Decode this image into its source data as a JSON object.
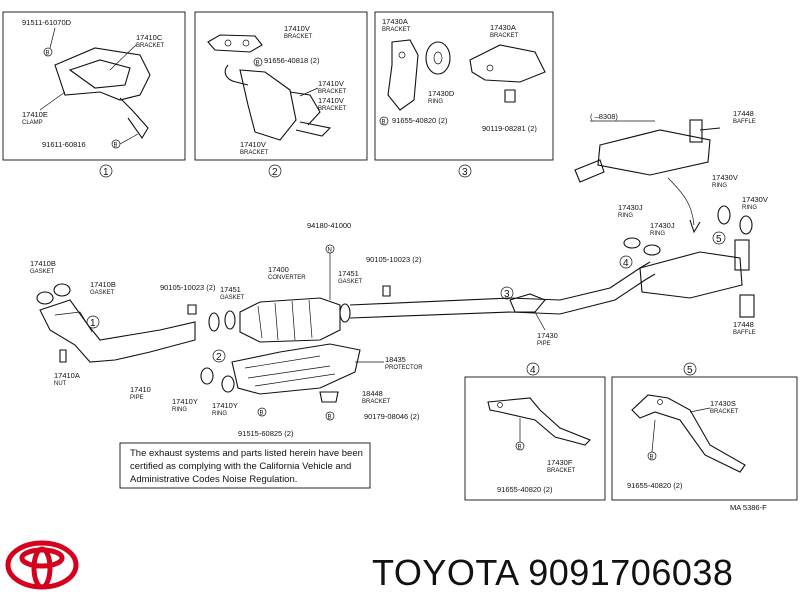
{
  "detail_boxes": [
    {
      "id": "1",
      "labels": [
        {
          "code": "91511-61070D",
          "desc": ""
        },
        {
          "code": "17410C",
          "desc": "BRACKET"
        },
        {
          "code": "17410E",
          "desc": "CLAMP"
        },
        {
          "code": "91611-60816",
          "desc": ""
        }
      ]
    },
    {
      "id": "2",
      "labels": [
        {
          "code": "17410V",
          "desc": "BRACKET"
        },
        {
          "code": "91656-40818 (2)",
          "desc": ""
        },
        {
          "code": "17410V",
          "desc": "BRACKET"
        },
        {
          "code": "17410V",
          "desc": "BRACKET"
        }
      ]
    },
    {
      "id": "3",
      "labels": [
        {
          "code": "17430A",
          "desc": "BRACKET"
        },
        {
          "code": "17430A",
          "desc": "BRACKET"
        },
        {
          "code": "17430D",
          "desc": "RING"
        },
        {
          "code": "91655-40820 (2)",
          "desc": ""
        },
        {
          "code": "90119-08281 (2)",
          "desc": ""
        }
      ]
    }
  ],
  "main_labels": {
    "date_range": "(       –8308)",
    "baffle_top": {
      "code": "17448",
      "desc": "BAFFLE"
    },
    "ring_17430V_a": {
      "code": "17430V",
      "desc": "RING"
    },
    "ring_17430V_b": {
      "code": "17430V",
      "desc": "RING"
    },
    "ring_17430J_a": {
      "code": "17430J",
      "desc": "RING"
    },
    "ring_17430J_b": {
      "code": "17430J",
      "desc": "RING"
    },
    "n_part": "94180-41000",
    "bolt_90105_a": "90105-10023 (2)",
    "bolt_90105_b": "90105-10023 (2)",
    "gasket_17410B_a": {
      "code": "17410B",
      "desc": "GASKET"
    },
    "gasket_17410B_b": {
      "code": "17410B",
      "desc": "GASKET"
    },
    "converter": {
      "code": "17400",
      "desc": "CONVERTER"
    },
    "gasket_17451_a": {
      "code": "17451",
      "desc": "GASKET"
    },
    "gasket_17451_b": {
      "code": "17451",
      "desc": "GASKET"
    },
    "pipe_17430": {
      "code": "17430",
      "desc": "PIPE"
    },
    "baffle_bottom": {
      "code": "17448",
      "desc": "BAFFLE"
    },
    "protector": {
      "code": "18435",
      "desc": "PROTECTOR"
    },
    "nut": {
      "code": "17410A",
      "desc": "NUT"
    },
    "pipe_17410": {
      "code": "17410",
      "desc": "PIPE"
    },
    "ring_17410Y_a": {
      "code": "17410Y",
      "desc": "RING"
    },
    "ring_17410Y_b": {
      "code": "17410Y",
      "desc": "RING"
    },
    "part_18448": {
      "code": "18448",
      "desc": "BRACKET"
    },
    "part_90179": "90179-08046 (2)",
    "part_91515": "91515-60825 (2)"
  },
  "lower_boxes": [
    {
      "id": "4",
      "labels": [
        {
          "code": "17430F",
          "desc": "BRACKET"
        },
        {
          "code": "91655-40820 (2)",
          "desc": ""
        }
      ]
    },
    {
      "id": "5",
      "labels": [
        {
          "code": "17430S",
          "desc": "BRACKET"
        },
        {
          "code": "91655-40820 (2)",
          "desc": ""
        }
      ]
    }
  ],
  "callouts": [
    "1",
    "2",
    "3",
    "4",
    "5",
    "1",
    "2",
    "3",
    "4",
    "5"
  ],
  "note": {
    "lines": [
      "The exhaust systems and parts listed herein have been",
      "certified as complying with the California Vehicle and",
      "Administrative Codes Noise Regulation."
    ]
  },
  "fig_code": "MA  5386-F",
  "brand_line": "TOYOTA 9091706038",
  "colors": {
    "logo": "#d5001c",
    "ink": "#111111"
  }
}
